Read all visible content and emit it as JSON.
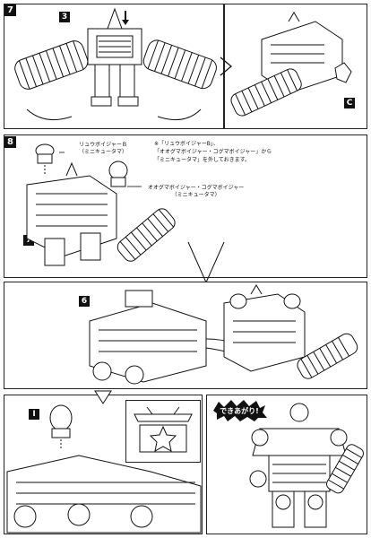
{
  "steps": {
    "step7": {
      "number": "7",
      "part_label": "3",
      "part_c": "C"
    },
    "step8": {
      "number": "8",
      "part_label": "7",
      "callout_ryuu": [
        "リュウボイジャーＢ",
        "（ミニキュータマ）"
      ],
      "callout_ogu": [
        "オオグマボイジャー・コグマボイジャー",
        "（ミニキュータマ）"
      ],
      "note_lines": [
        "※「リュウボイジャーB」、",
        "「オオグマボイジャー・コグマボイジャー」から",
        "「ミニキュータマ」を外しておきます。"
      ]
    },
    "assembly": {
      "part_label": "6"
    },
    "final": {
      "part_i": "I",
      "done_text": "できあがり!"
    }
  },
  "colors": {
    "ink": "#111111",
    "paper": "#ffffff"
  }
}
